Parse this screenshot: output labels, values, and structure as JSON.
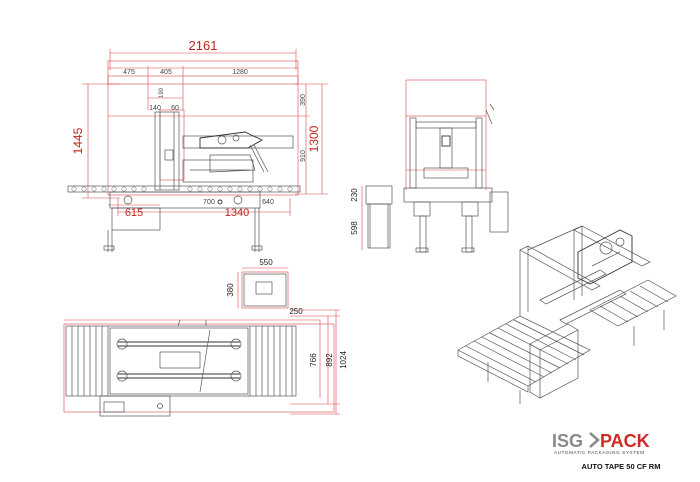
{
  "side_view": {
    "overall_width": "2161",
    "seg_a": "475",
    "seg_b": "405",
    "seg_c": "1280",
    "height_total": "1445",
    "height_upper": "1300",
    "dim_390": "390",
    "dim_910": "910",
    "dim_190": "190",
    "dim_140": "140",
    "dim_60": "60",
    "dim_615": "615",
    "dim_700": "700",
    "dim_1340": "1340",
    "dim_640": "640"
  },
  "end_view": {
    "dim_230": "230",
    "dim_598": "598"
  },
  "top_view": {
    "dim_550": "550",
    "dim_380": "380",
    "dim_250": "250",
    "dim_766": "766",
    "dim_892": "892",
    "dim_1024": "1024"
  },
  "brand": {
    "isg": "ISG",
    "pack": "PACK",
    "tagline": "AUTOMATIC PACKAGING SYSTEM",
    "model": "AUTO TAPE 50 CF RM"
  },
  "colors": {
    "dimension": "#c8201e",
    "outline": "#555555",
    "brand_grey": "#8a8a8a",
    "brand_red": "#d12a24"
  }
}
